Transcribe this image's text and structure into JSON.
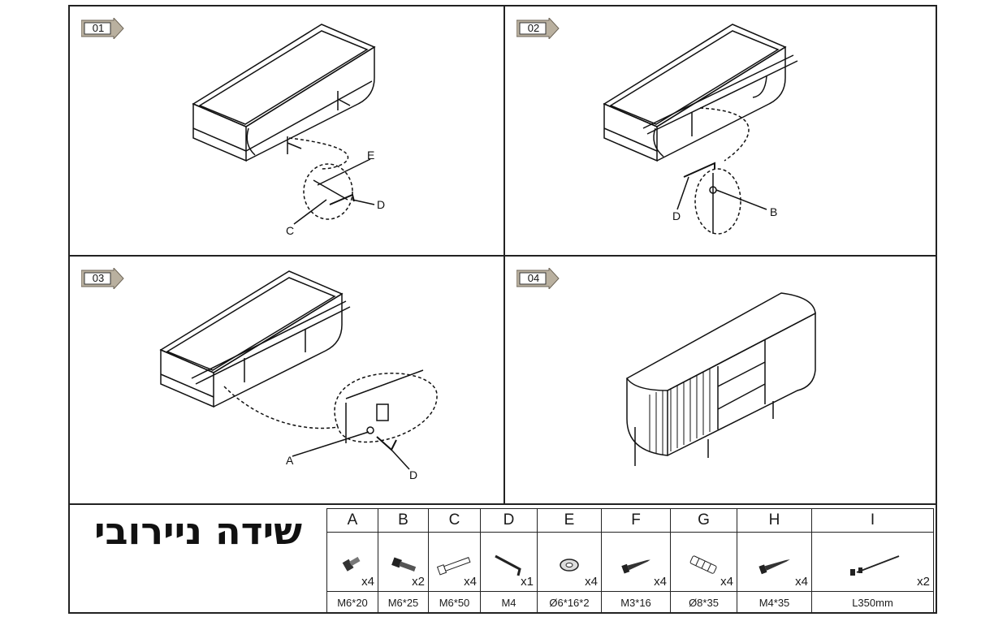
{
  "steps": [
    {
      "number": "01",
      "callouts": [
        "E",
        "D",
        "C"
      ]
    },
    {
      "number": "02",
      "callouts": [
        "D",
        "B"
      ]
    },
    {
      "number": "03",
      "callouts": [
        "A",
        "D"
      ]
    },
    {
      "number": "04",
      "callouts": []
    }
  ],
  "product_title": "שידה ניירובי",
  "parts": [
    {
      "letter": "A",
      "qty": "x4",
      "size": "M6*20",
      "icon": "short-bolt-icon"
    },
    {
      "letter": "B",
      "qty": "x2",
      "size": "M6*25",
      "icon": "bolt-icon"
    },
    {
      "letter": "C",
      "qty": "x4",
      "size": "M6*50",
      "icon": "long-bolt-icon"
    },
    {
      "letter": "D",
      "qty": "x1",
      "size": "M4",
      "icon": "allen-key-icon"
    },
    {
      "letter": "E",
      "qty": "x4",
      "size": "Ø6*16*2",
      "icon": "washer-icon"
    },
    {
      "letter": "F",
      "qty": "x4",
      "size": "M3*16",
      "icon": "wood-screw-icon"
    },
    {
      "letter": "G",
      "qty": "x4",
      "size": "Ø8*35",
      "icon": "wall-plug-icon"
    },
    {
      "letter": "H",
      "qty": "x4",
      "size": "M4*35",
      "icon": "screw-icon"
    },
    {
      "letter": "I",
      "qty": "x2",
      "size": "L350mm",
      "icon": "anti-tip-strap-icon"
    }
  ]
}
